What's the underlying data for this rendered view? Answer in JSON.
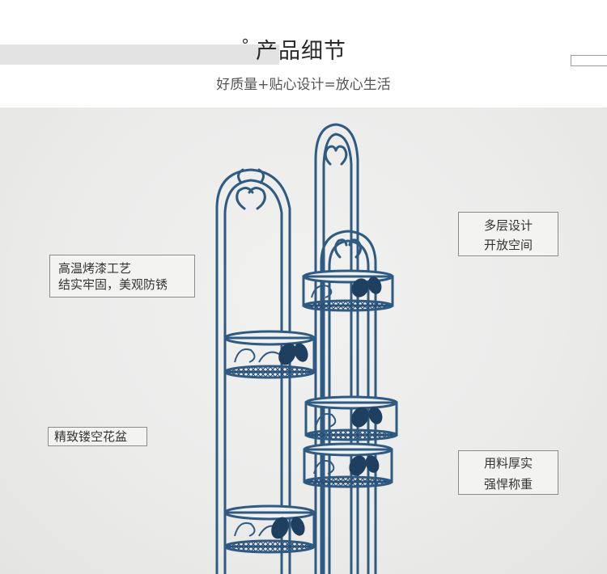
{
  "header": {
    "title": "产品细节",
    "subtitle": "好质量+贴心设计=放心生活"
  },
  "callouts": {
    "left_top": {
      "line1": "高温烤漆工艺",
      "line2": "结实牢固，美观防锈"
    },
    "left_bottom": {
      "text": "精致镂空花盆"
    },
    "right_top": {
      "line1": "多层设计",
      "line2": "开放空间"
    },
    "right_bottom": {
      "line1": "用料厚实",
      "line2": "强悍称重"
    }
  },
  "colors": {
    "rack": "#2f5a82",
    "rack_dark": "#1f3f60",
    "label_border": "#8c8c8c",
    "background": "#ebebea"
  },
  "icons": {
    "header_bullet": "circle-bullet-icon"
  }
}
